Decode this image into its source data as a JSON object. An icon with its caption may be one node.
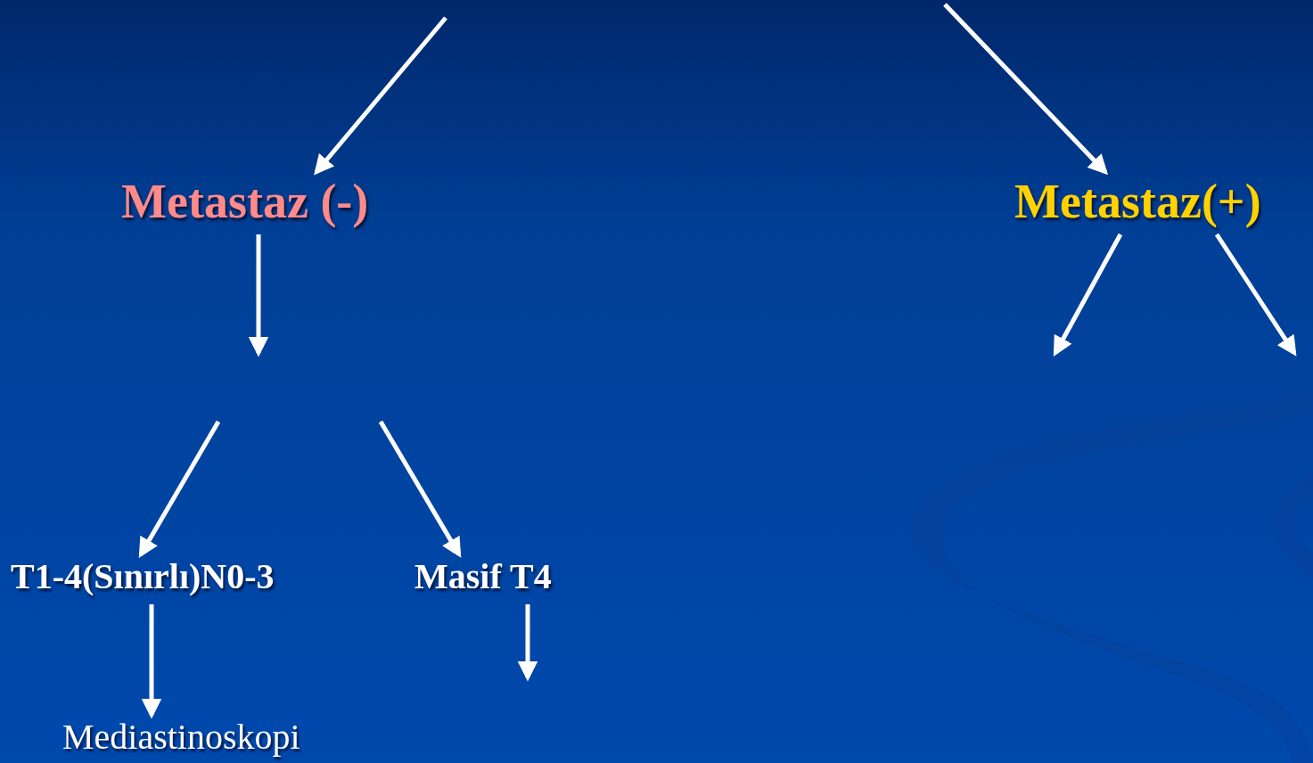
{
  "diagram": {
    "nodes": [
      {
        "text": [
          "Metastaz (-)"
        ]
      },
      {
        "text": [
          "Metastaz(+)"
        ]
      },
      {
        "text": [
          "T1-4(Sınırlı)N0-3"
        ]
      },
      {
        "text": [
          "Masif T4"
        ]
      },
      {
        "text": [
          "Mediastinoskopi"
        ]
      }
    ],
    "edges": [
      {
        "from": null,
        "to": 0,
        "arrow": "to"
      },
      {
        "from": null,
        "to": 1,
        "arrow": "to"
      },
      {
        "from": 0,
        "to": null,
        "arrow": "to"
      },
      {
        "from": null,
        "to": 2,
        "arrow": "to"
      },
      {
        "from": null,
        "to": 3,
        "arrow": "to"
      },
      {
        "from": 2,
        "to": 4,
        "arrow": "to"
      },
      {
        "from": 3,
        "to": null,
        "arrow": "to"
      },
      {
        "from": 1,
        "to": null,
        "arrow": "to"
      },
      {
        "from": 1,
        "to": null,
        "arrow": "to"
      }
    ]
  }
}
